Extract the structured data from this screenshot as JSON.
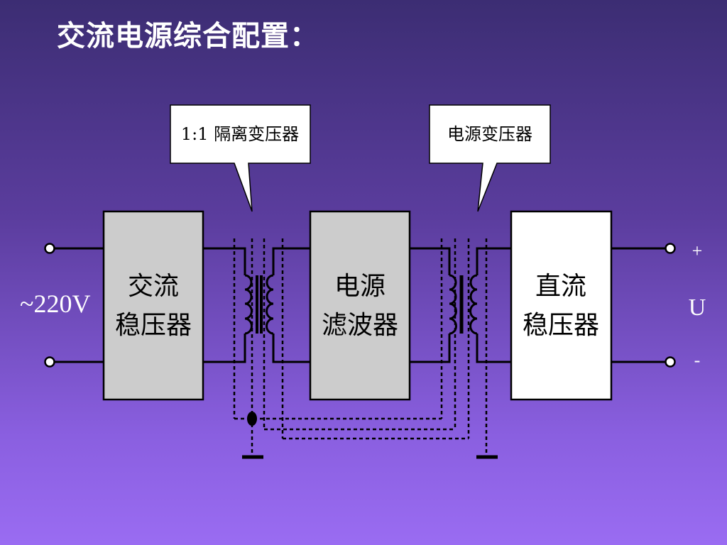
{
  "title": "交流电源综合配置：",
  "callouts": {
    "isolation": "1:1 隔离变压器",
    "power": "电源变压器"
  },
  "blocks": {
    "ac_regulator": [
      "交流",
      "稳压器"
    ],
    "filter": [
      "电源",
      "滤波器"
    ],
    "dc_regulator": [
      "直流",
      "稳压器"
    ]
  },
  "labels": {
    "input": "~220V",
    "plus": "+",
    "u": "U",
    "minus": "-"
  },
  "colors": {
    "grey_block": "#cccccc",
    "white_block": "#ffffff"
  }
}
